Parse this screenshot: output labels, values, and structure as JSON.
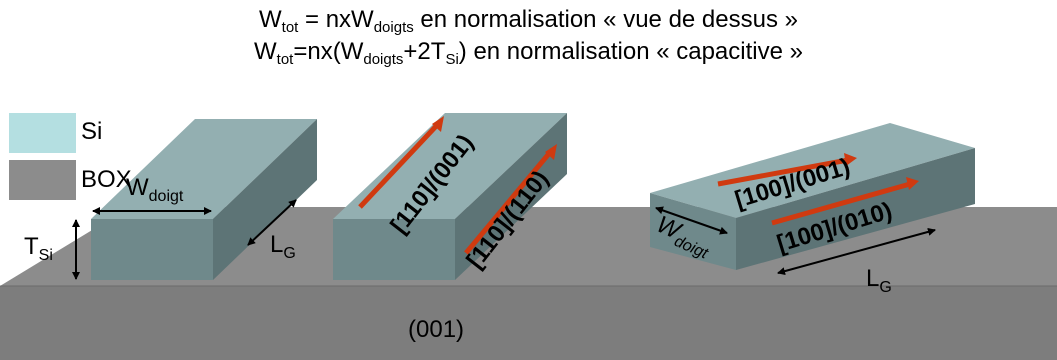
{
  "equations": {
    "line1": {
      "w": "W",
      "w_sub": "tot",
      "mid": " = nxW",
      "mid_sub": "doigts",
      "rest": " en normalisation « vue de dessus »"
    },
    "line2": {
      "w": "W",
      "w_sub": "tot",
      "mid": "=nx(W",
      "mid_sub": "doigts",
      "plus": "+2T",
      "plus_sub": "Si",
      "rest": ") en normalisation « capacitive »"
    }
  },
  "legend": [
    {
      "label": "Si",
      "color": "#b4dfe1"
    },
    {
      "label": "BOX",
      "color": "#8c8c8c"
    }
  ],
  "fins": {
    "fin1": {
      "width_label": "W",
      "width_sub": "doigt",
      "height_label": "T",
      "height_sub": "Si",
      "length_label": "L",
      "length_sub": "G"
    },
    "fin2": {
      "top_label": "[110]/(001)",
      "side_label": "[110]/(110)"
    },
    "fin3": {
      "top_label": "[100]/(001)",
      "side_label": "[100]/(010)",
      "width_label": "W",
      "width_sub": "doigt",
      "length_label": "L",
      "length_sub": "G"
    }
  },
  "substrate_label": "(001)",
  "colors": {
    "box_top": "#8c8c8c",
    "box_front": "#7d7d7d",
    "fin_top": "#93afb1",
    "fin_front": "#6f898b",
    "fin_side": "#5d7476",
    "arrow": "#d03a10"
  }
}
